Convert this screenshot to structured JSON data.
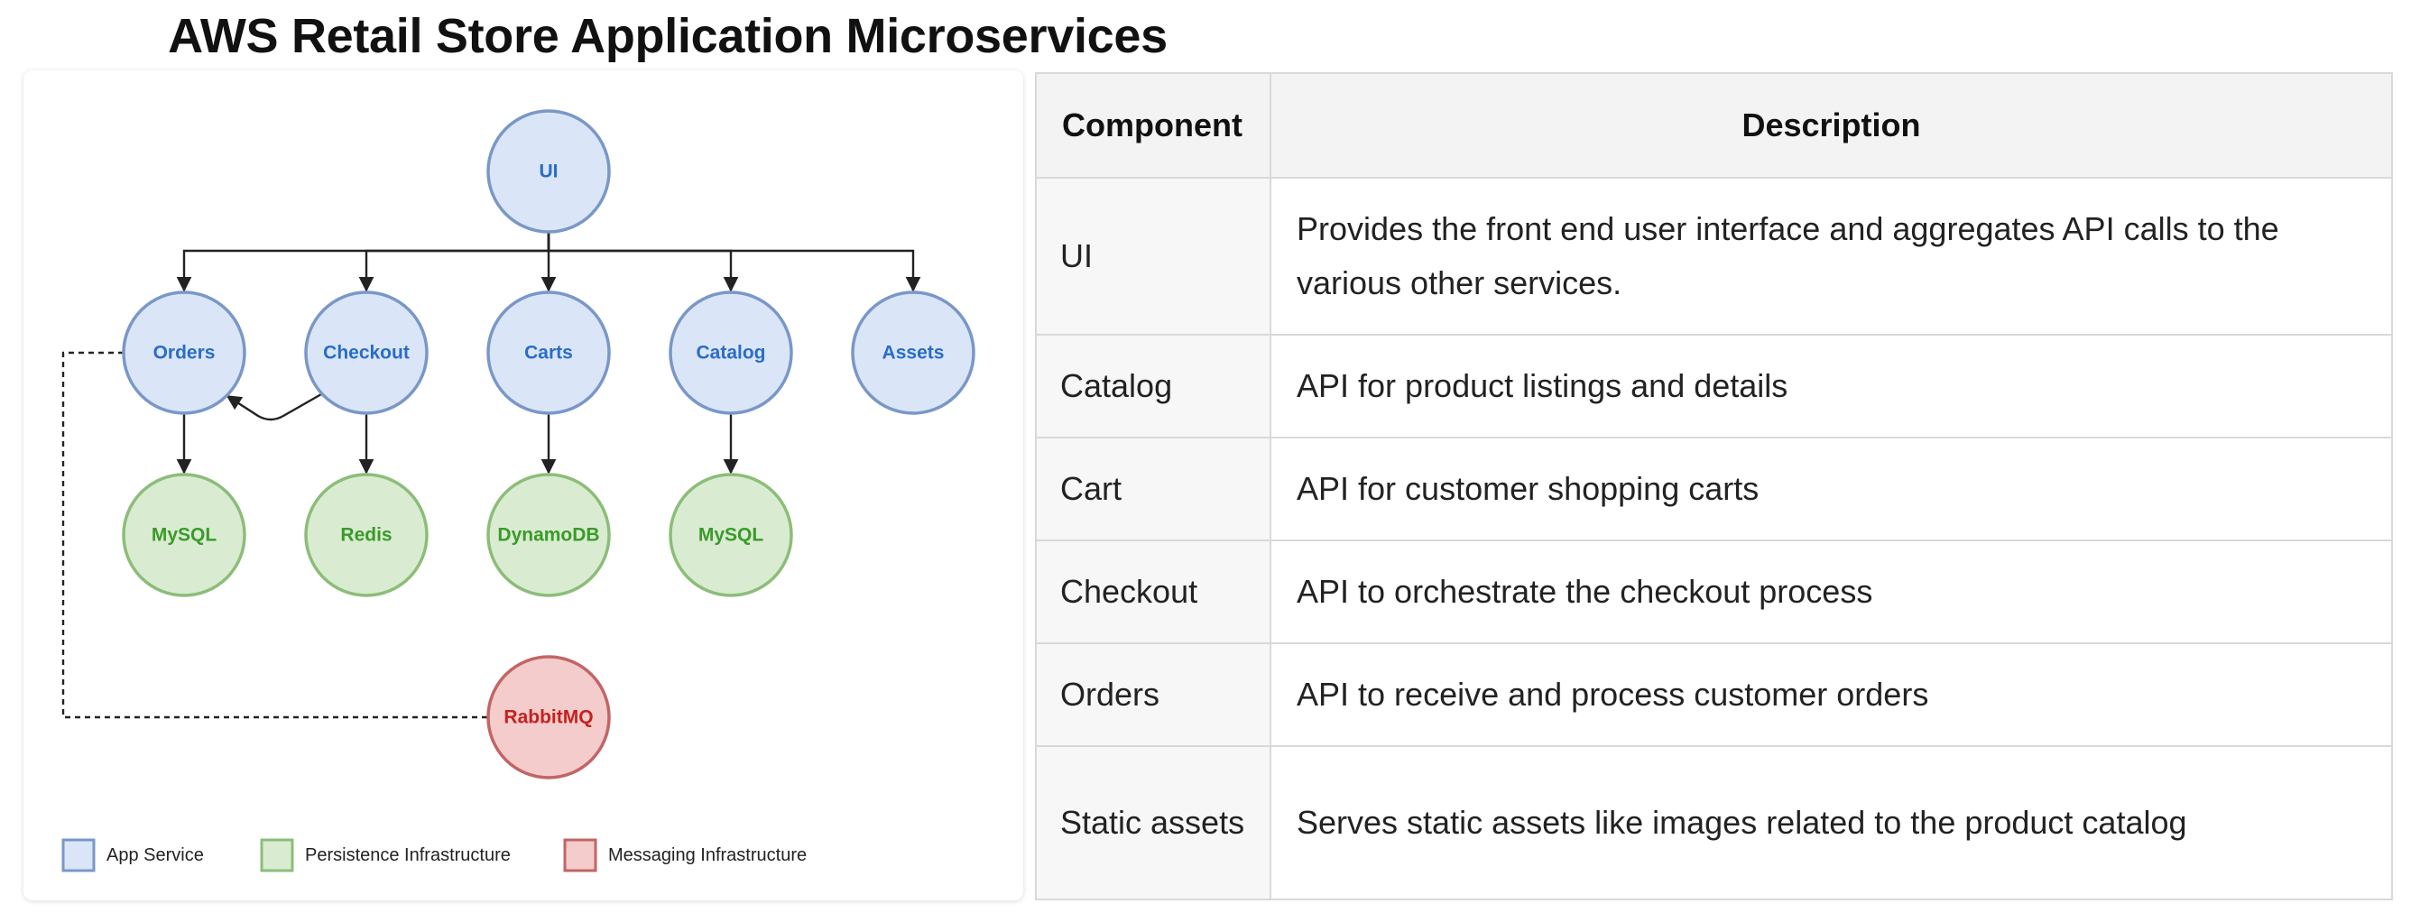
{
  "title": "AWS Retail Store Application Microservices",
  "diagram": {
    "nodes": [
      {
        "id": "ui",
        "label": "UI",
        "kind": "app"
      },
      {
        "id": "orders",
        "label": "Orders",
        "kind": "app"
      },
      {
        "id": "checkout",
        "label": "Checkout",
        "kind": "app"
      },
      {
        "id": "carts",
        "label": "Carts",
        "kind": "app"
      },
      {
        "id": "catalog",
        "label": "Catalog",
        "kind": "app"
      },
      {
        "id": "assets",
        "label": "Assets",
        "kind": "app"
      },
      {
        "id": "mysql-orders",
        "label": "MySQL",
        "kind": "persistence"
      },
      {
        "id": "redis",
        "label": "Redis",
        "kind": "persistence"
      },
      {
        "id": "dynamodb",
        "label": "DynamoDB",
        "kind": "persistence"
      },
      {
        "id": "mysql-catalog",
        "label": "MySQL",
        "kind": "persistence"
      },
      {
        "id": "rabbitmq",
        "label": "RabbitMQ",
        "kind": "messaging"
      }
    ],
    "edges": [
      {
        "from": "ui",
        "to": "orders"
      },
      {
        "from": "ui",
        "to": "checkout"
      },
      {
        "from": "ui",
        "to": "carts"
      },
      {
        "from": "ui",
        "to": "catalog"
      },
      {
        "from": "ui",
        "to": "assets"
      },
      {
        "from": "checkout",
        "to": "orders"
      },
      {
        "from": "orders",
        "to": "mysql-orders"
      },
      {
        "from": "checkout",
        "to": "redis"
      },
      {
        "from": "carts",
        "to": "dynamodb"
      },
      {
        "from": "catalog",
        "to": "mysql-catalog"
      },
      {
        "from": "orders",
        "to": "rabbitmq",
        "style": "dashed"
      }
    ],
    "legend": [
      {
        "kind": "app",
        "label": "App Service"
      },
      {
        "kind": "persistence",
        "label": "Persistence Infrastructure"
      },
      {
        "kind": "messaging",
        "label": "Messaging Infrastructure"
      }
    ],
    "colors": {
      "app": {
        "fill": "#dae6f8",
        "stroke": "#7a97c8",
        "text": "#2a6cc7"
      },
      "persistence": {
        "fill": "#d9ecd1",
        "stroke": "#8cbd79",
        "text": "#3a9a2a"
      },
      "messaging": {
        "fill": "#f4cccc",
        "stroke": "#c26565",
        "text": "#c62020"
      },
      "edge": "#222222"
    }
  },
  "table": {
    "headers": {
      "component": "Component",
      "description": "Description"
    },
    "rows": [
      {
        "component": "UI",
        "description": "Provides the front end user interface and aggregates API calls to the various other services."
      },
      {
        "component": "Catalog",
        "description": "API for product listings and details"
      },
      {
        "component": "Cart",
        "description": "API for customer shopping carts"
      },
      {
        "component": "Checkout",
        "description": "API to orchestrate the checkout process"
      },
      {
        "component": "Orders",
        "description": "API to receive and process customer orders"
      },
      {
        "component": "Static assets",
        "description": "Serves static assets like images related to the product catalog"
      }
    ]
  }
}
